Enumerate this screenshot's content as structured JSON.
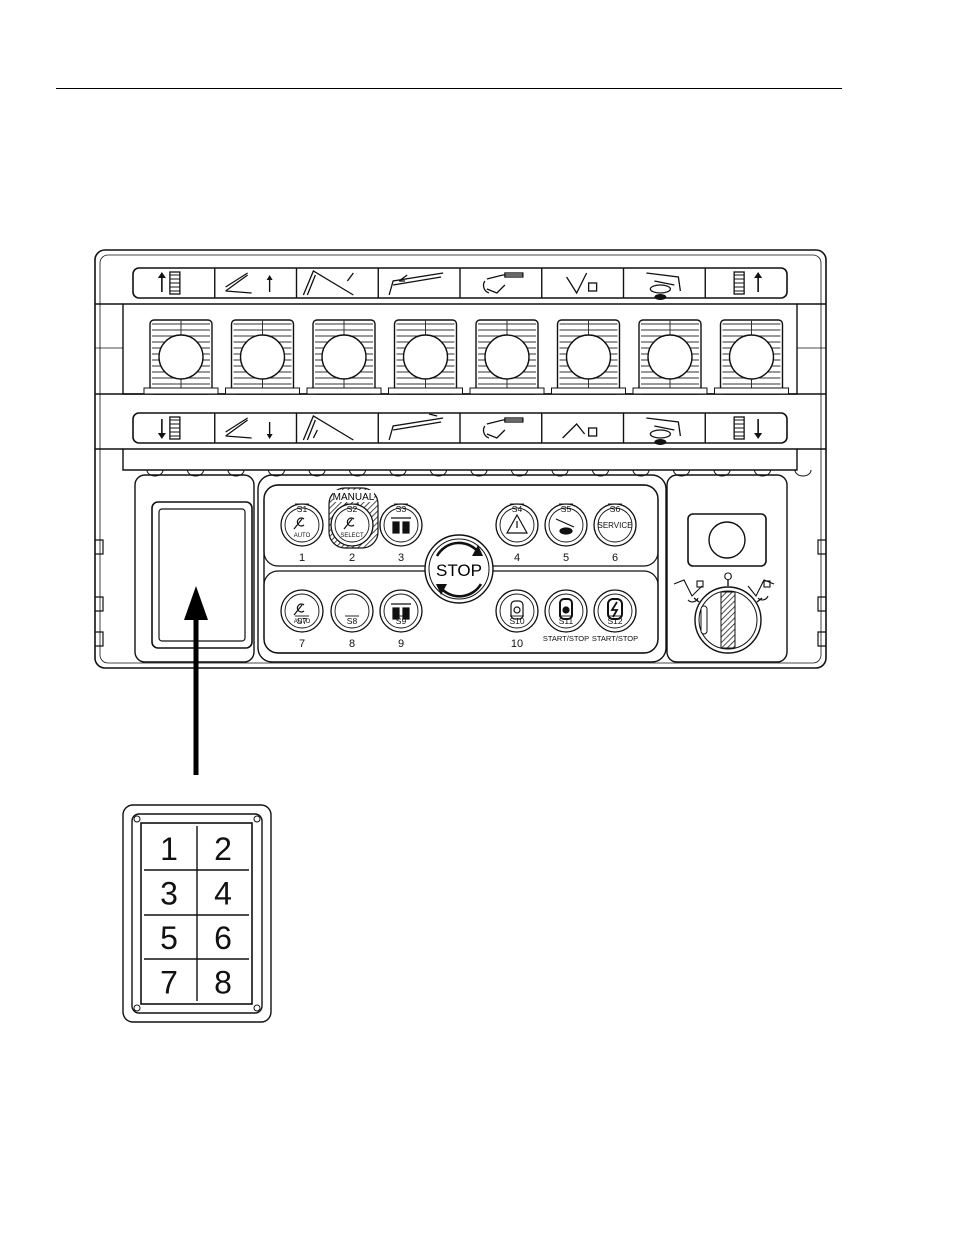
{
  "panel": {
    "manual_label": "MANUAL",
    "stop_label": "STOP",
    "switch_position_label": "O",
    "upper_buttons": [
      {
        "code": "S1",
        "text": "AUTO",
        "number": "1",
        "icon": "rotate-c-icon"
      },
      {
        "code": "S2",
        "text": "SELECT",
        "number": "2",
        "icon": "rotate-c-icon"
      },
      {
        "code": "S3",
        "text": "",
        "number": "3",
        "icon": "extend-icon"
      },
      {
        "code": "S4",
        "text": "",
        "number": "4",
        "icon": "warning-icon"
      },
      {
        "code": "S5",
        "text": "",
        "number": "5",
        "icon": "boom-light-icon"
      },
      {
        "code": "S6",
        "text": "SERVICE",
        "number": "6",
        "icon": "service-icon"
      }
    ],
    "lower_buttons": [
      {
        "code": "S7",
        "text": "AUTO",
        "number": "7",
        "icon": "rotate-back-icon"
      },
      {
        "code": "S8",
        "text": "",
        "number": "8",
        "icon": "blank-icon"
      },
      {
        "code": "S9",
        "text": "",
        "number": "9",
        "icon": "retract-icon"
      },
      {
        "code": "S10",
        "text": "",
        "number": "10",
        "icon": "pump-icon"
      },
      {
        "code": "S11",
        "text": "START/STOP",
        "number": "",
        "icon": "engine-icon"
      },
      {
        "code": "S12",
        "text": "START/STOP",
        "number": "",
        "icon": "power-icon"
      }
    ]
  },
  "keypad": {
    "keys": [
      "1",
      "2",
      "3",
      "4",
      "5",
      "6",
      "7",
      "8"
    ]
  },
  "lever_icons_top": [
    "outrigger-up-icon",
    "boom-up-icon",
    "boom-raise-icon",
    "jib-raise-icon",
    "rotate-icon",
    "tip-up-icon",
    "slew-icon",
    "outrigger-right-up-icon"
  ],
  "lever_icons_bottom": [
    "outrigger-down-icon",
    "boom-down-icon",
    "boom-lower-icon",
    "jib-lower-icon",
    "rotate-reverse-icon",
    "tip-down-icon",
    "slew-reverse-icon",
    "outrigger-right-down-icon"
  ]
}
